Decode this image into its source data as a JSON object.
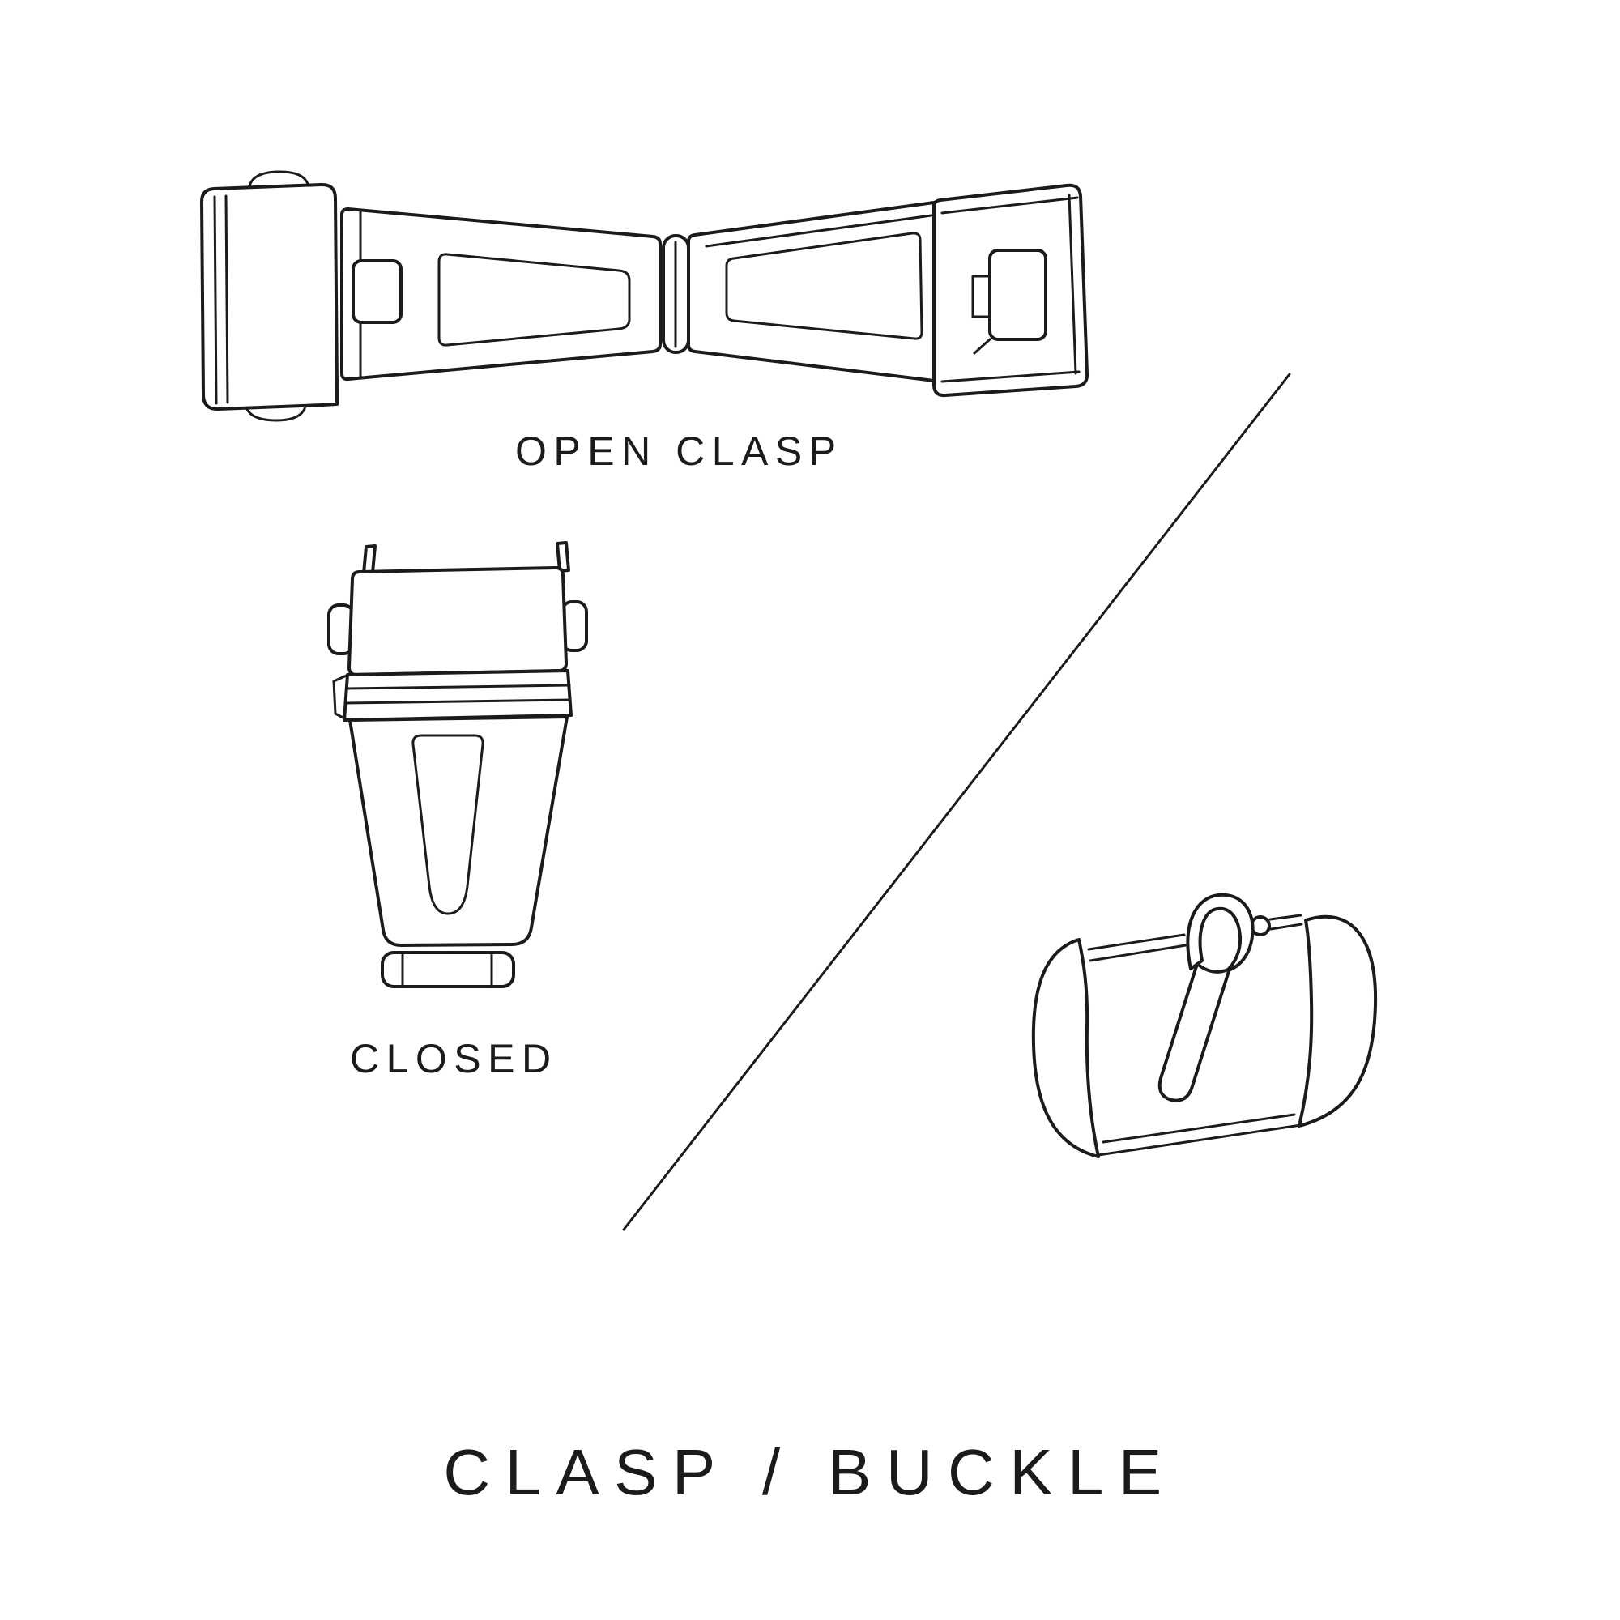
{
  "page": {
    "background": "#ffffff",
    "line_color": "#1b1b1b"
  },
  "labels": {
    "open_clasp": "OPEN CLASP",
    "closed": "CLOSED",
    "title": "CLASP / BUCKLE"
  },
  "illustrations": {
    "open_clasp_icon": "open-deployant-clasp-line-drawing",
    "closed_clasp_icon": "closed-clasp-line-drawing",
    "buckle_icon": "tang-buckle-line-drawing",
    "divider_icon": "diagonal-divider-line"
  }
}
